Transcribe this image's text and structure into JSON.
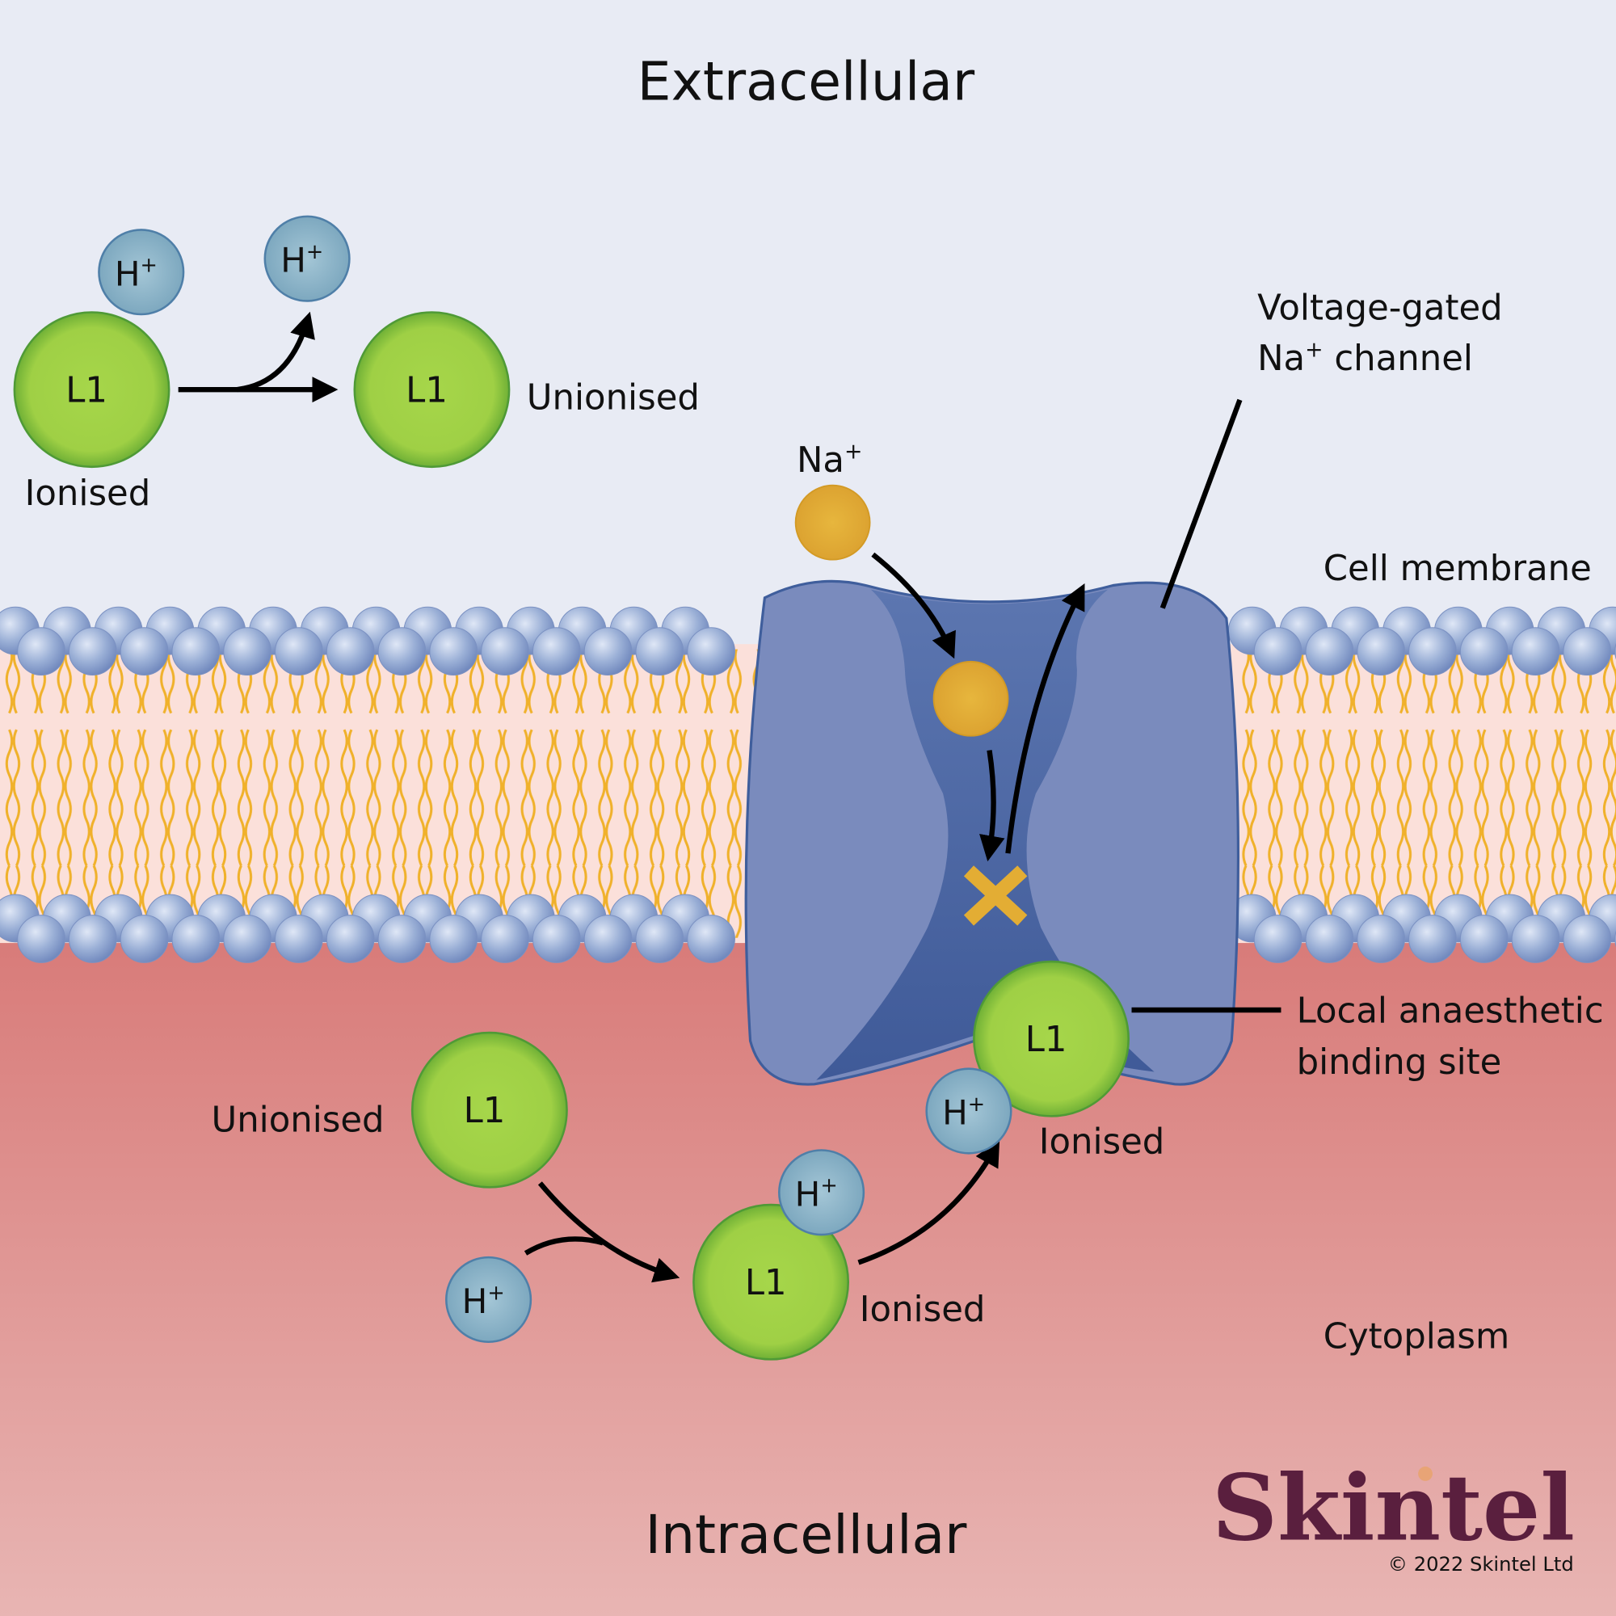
{
  "regions": {
    "extracellular": "Extracellular",
    "intracellular": "Intracellular",
    "cell_membrane": "Cell membrane",
    "cytoplasm": "Cytoplasm"
  },
  "channel": {
    "label_line1": "Voltage-gated",
    "label_line2_prefix": "Na",
    "label_line2_sup": "+",
    "label_line2_suffix": " channel",
    "binding_site_line1": "Local  anaesthetic",
    "binding_site_line2": "binding site",
    "blocked_symbol": "✕"
  },
  "sodium": {
    "label": "Na",
    "sup": "+"
  },
  "proton": {
    "label": "H",
    "sup": "+"
  },
  "drug": {
    "label": "L1"
  },
  "states": {
    "ionised": "Ionised",
    "unionised": "Unionised"
  },
  "brand": {
    "logo": "Skintel",
    "copyright": "© 2022 Skintel Ltd"
  },
  "colors": {
    "extracellular_bg": "#e8ebf4",
    "cytoplasm_top": "#d87a78",
    "cytoplasm_bottom": "#e8b5b3",
    "membrane_core": "#fbe0da",
    "lipid_tail": "#f1b32d",
    "lipid_head": "#8fa5d0",
    "channel_body": "#7a8bbd",
    "channel_pore": "#4f68a4",
    "drug_green": "#9fd246",
    "proton_blue": "#8cb5c8",
    "sodium_gold": "#e3ad34",
    "logo": "#5a1f3e"
  },
  "icons": [
    "arrow-icon",
    "block-cross-icon"
  ]
}
